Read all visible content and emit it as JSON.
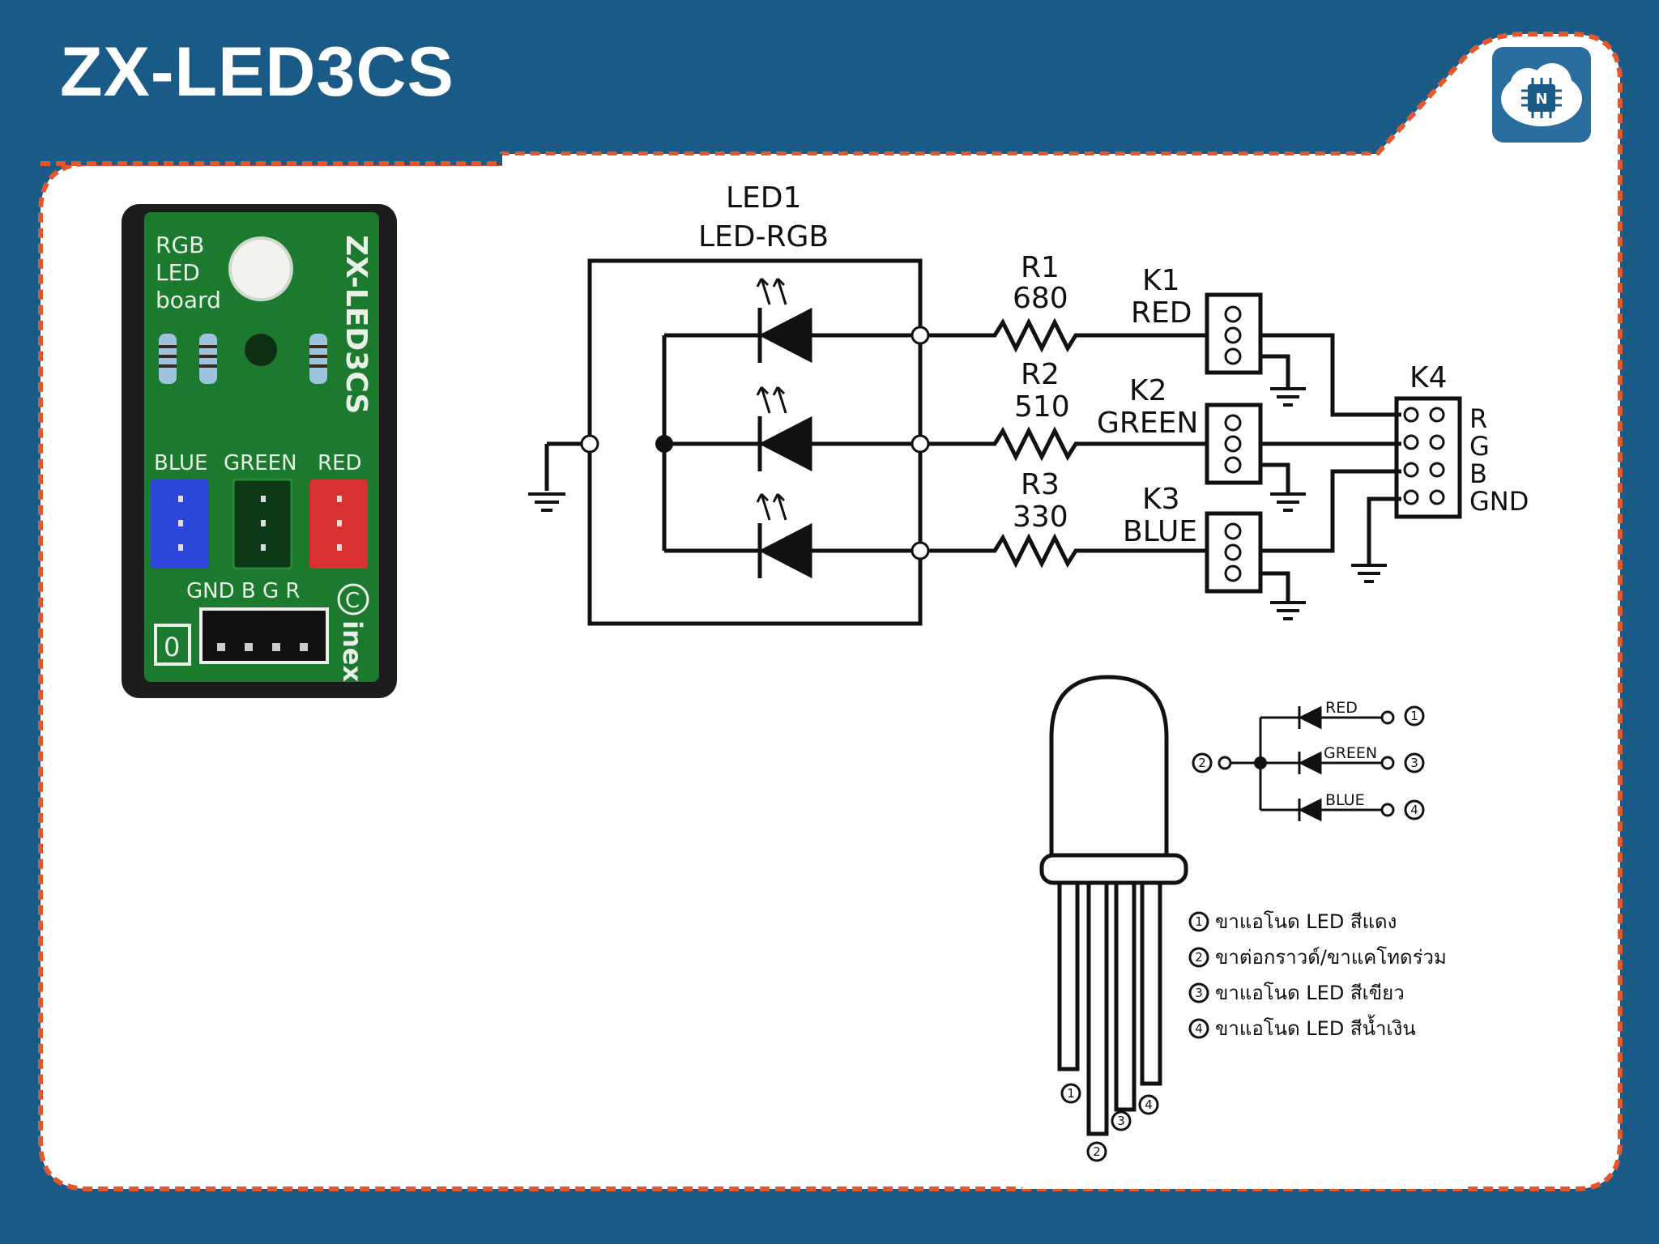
{
  "slide": {
    "title": "ZX-LED3CS"
  },
  "colors": {
    "background": "#1a5a86",
    "panel": "#ffffff",
    "dashed_border": "#e2572b",
    "pcb": "#1b7a2e"
  },
  "board": {
    "label_rgb": "RGB",
    "label_led": "LED",
    "label_board": "board",
    "label_model": "ZX-LED3CS",
    "conn_blue": "BLUE",
    "conn_green": "GREEN",
    "conn_red": "RED",
    "pin_labels": "GND B G R",
    "label_zero": "0",
    "brand": "inex",
    "copyright": "C"
  },
  "schematic": {
    "led_ref": "LED1",
    "led_type": "LED-RGB",
    "r1_ref": "R1",
    "r1_val": "680",
    "r2_ref": "R2",
    "r2_val": "510",
    "r3_ref": "R3",
    "r3_val": "330",
    "k1_ref": "K1",
    "k1_name": "RED",
    "k2_ref": "K2",
    "k2_name": "GREEN",
    "k3_ref": "K3",
    "k3_name": "BLUE",
    "k4_ref": "K4",
    "k4_r": "R",
    "k4_g": "G",
    "k4_b": "B",
    "k4_gnd": "GND"
  },
  "pinout": {
    "red": "RED",
    "green": "GREEN",
    "blue": "BLUE",
    "n1": "1",
    "n2": "2",
    "n3": "3",
    "n4": "4",
    "legend": [
      {
        "num": "1",
        "text": "ขาแอโนด LED สีแดง"
      },
      {
        "num": "2",
        "text": "ขาต่อกราวด์/ขาแคโทดร่วม"
      },
      {
        "num": "3",
        "text": "ขาแอโนด LED สีเขียว"
      },
      {
        "num": "4",
        "text": "ขาแอโนด LED สีน้ำเงิน"
      }
    ]
  }
}
